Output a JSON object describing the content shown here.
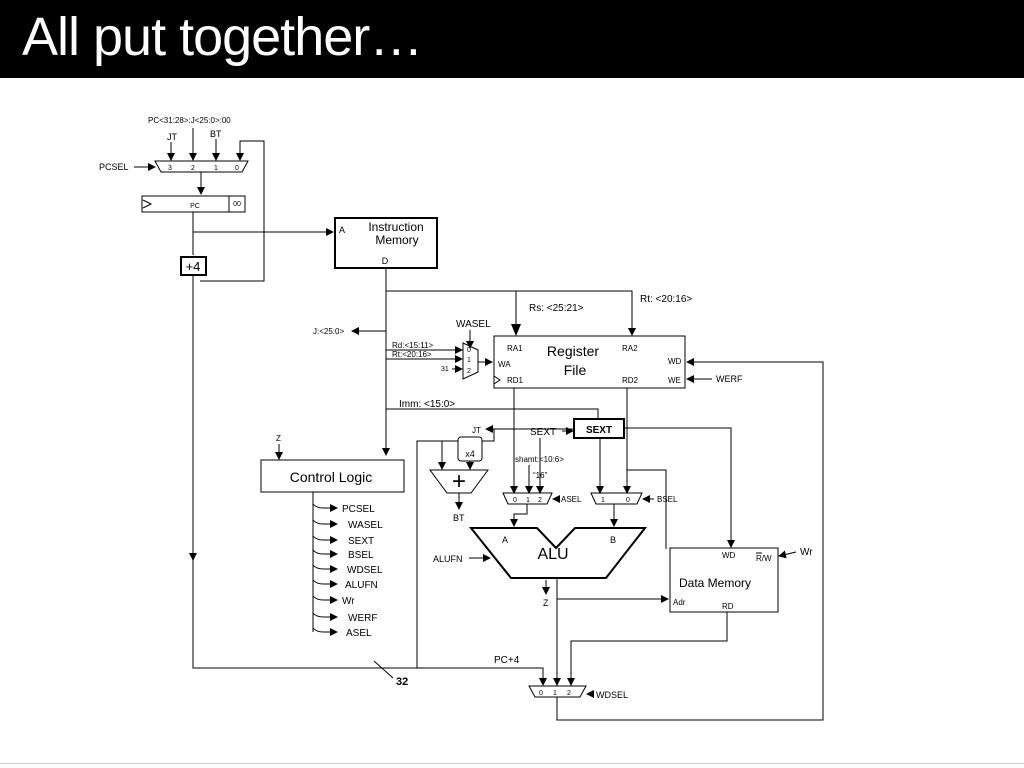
{
  "slide": {
    "title": "All put together…"
  },
  "labels": {
    "pc_concat": "PC<31:28>:J<25:0>:00",
    "jt": "JT",
    "bt": "BT",
    "pcsel": "PCSEL",
    "pcmux_3": "3",
    "pcmux_2": "2",
    "pcmux_1": "1",
    "pcmux_0": "0",
    "pc": "PC",
    "pc_00": "00",
    "imem_a": "A",
    "imem_title1": "Instruction",
    "imem_title2": "Memory",
    "imem_d": "D",
    "plus4": "+4",
    "rt_20_16": "Rt: <20:16>",
    "rs_25_21": "Rs: <25:21>",
    "wasel": "WASEL",
    "j_25_0": "J:<25:0>",
    "rd_15_11": "Rd:<15:11>",
    "rt_20_16_small": "Rt:<20:16>",
    "const_31": "31",
    "wamux_0": "0",
    "wamux_1": "1",
    "wamux_2": "2",
    "rf_ra1": "RA1",
    "rf_ra2": "RA2",
    "rf_wa": "WA",
    "rf_wd": "WD",
    "rf_rd1": "RD1",
    "rf_rd2": "RD2",
    "rf_we": "WE",
    "rf_title1": "Register",
    "rf_title2": "File",
    "werf": "WERF",
    "imm_15_0": "Imm: <15:0>",
    "jt_small": "JT",
    "sext_lbl": "SEXT",
    "sext_box": "SEXT",
    "z_in": "Z",
    "x4": "x4",
    "plus": "+",
    "bt_small": "BT",
    "shamt": "shamt:<10:6>",
    "const_16": "“16”",
    "asel_0": "0",
    "asel_1": "1",
    "asel_2": "2",
    "asel": "ASEL",
    "bsel_1": "1",
    "bsel_0": "0",
    "bsel": "BSEL",
    "alu_a": "A",
    "alu_b": "B",
    "alu": "ALU",
    "alufn": "ALUFN",
    "z_out": "Z",
    "control_logic": "Control Logic",
    "dm_wd": "WD",
    "dm_rw": "R/W",
    "dm_title": "Data Memory",
    "dm_adr": "Adr",
    "dm_rd": "RD",
    "wr_in": "Wr",
    "pc4": "PC+4",
    "bus32": "32",
    "wdsel_0": "0",
    "wdsel_1": "1",
    "wdsel_2": "2",
    "wdsel": "WDSEL"
  },
  "control_outputs": [
    "PCSEL",
    "WASEL",
    "SEXT",
    "BSEL",
    "WDSEL",
    "ALUFN",
    "Wr",
    "WERF",
    "ASEL"
  ]
}
